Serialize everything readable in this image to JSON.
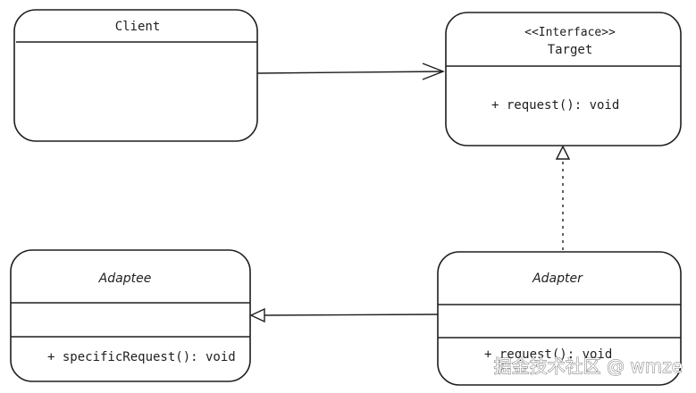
{
  "diagram": {
    "classes": {
      "client": {
        "name": "Client"
      },
      "target": {
        "stereotype": "<<Interface>>",
        "name": "Target",
        "method": "+ request(): void"
      },
      "adaptee": {
        "name": "Adaptee",
        "method": "+ specificRequest(): void"
      },
      "adapter": {
        "name": "Adapter",
        "method": "+ request(): void"
      }
    },
    "relations": [
      {
        "from": "client",
        "to": "target",
        "kind": "association"
      },
      {
        "from": "adapter",
        "to": "target",
        "kind": "realization"
      },
      {
        "from": "adapter",
        "to": "adaptee",
        "kind": "inheritance-arrow"
      }
    ]
  },
  "watermark": "掘金技术社区 @ wmze"
}
